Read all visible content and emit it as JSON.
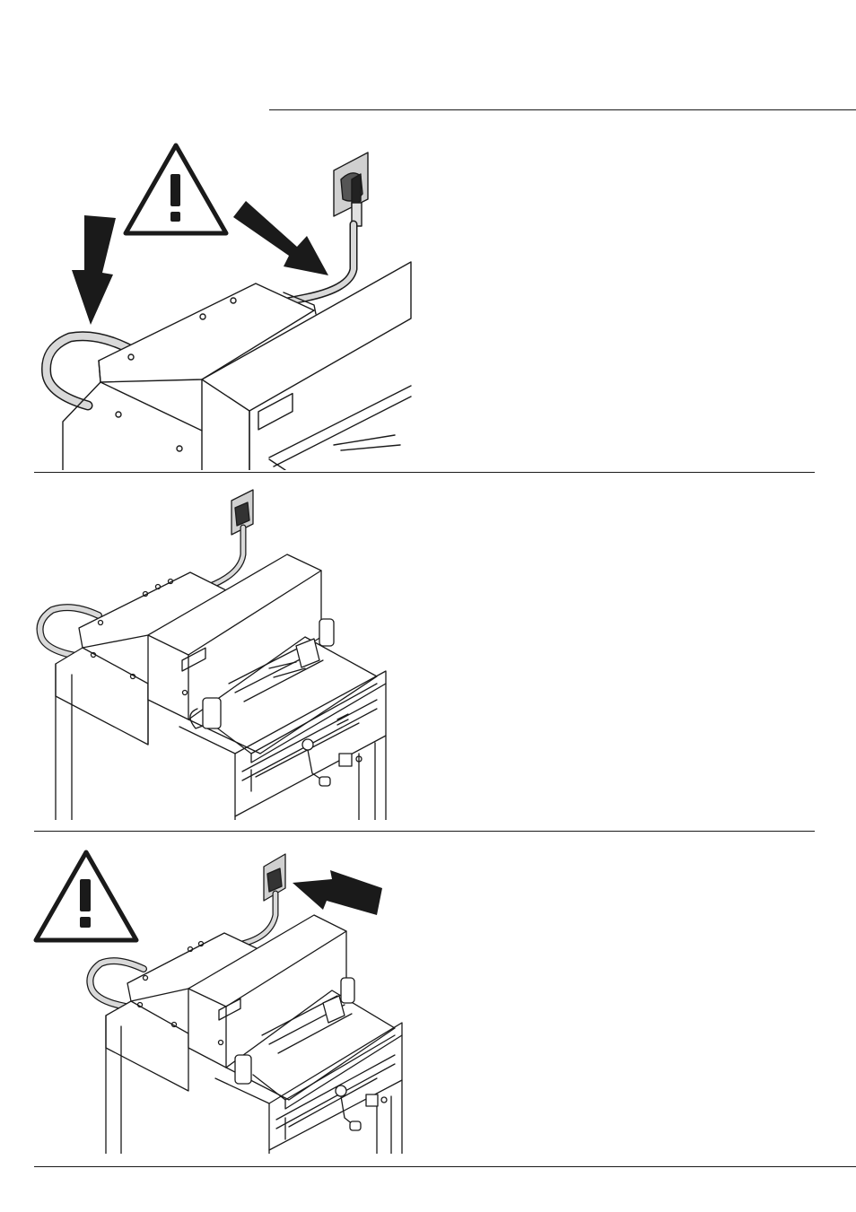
{
  "page": {
    "panels": [
      {
        "id": "step-1",
        "warning_sign": true,
        "arrows": 2,
        "description": ""
      },
      {
        "id": "step-2",
        "warning_sign": false,
        "arrows": 0,
        "description": ""
      },
      {
        "id": "step-3",
        "warning_sign": true,
        "arrows": 1,
        "description": ""
      }
    ],
    "colors": {
      "ink": "#1a1a1a",
      "cable_fill": "#d9d9d9",
      "socket_fill": "#d0d0d0",
      "paper": "#ffffff"
    },
    "icons": [
      "warning-triangle-icon",
      "arrow-icon",
      "power-plug-icon",
      "wall-socket-icon"
    ]
  }
}
